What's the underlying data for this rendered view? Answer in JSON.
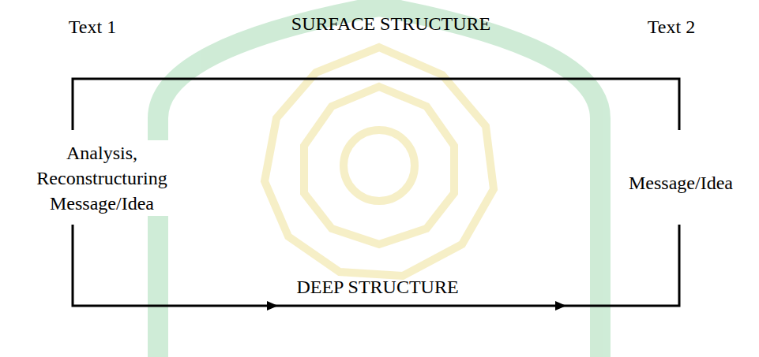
{
  "diagram": {
    "labels": [
      "Text 1",
      "SURFACE STRUCTURE",
      "Text 2",
      "Analysis, Reconstructuring Message/Idea",
      "Message/Idea",
      "DEEP STRUCTURE"
    ]
  }
}
